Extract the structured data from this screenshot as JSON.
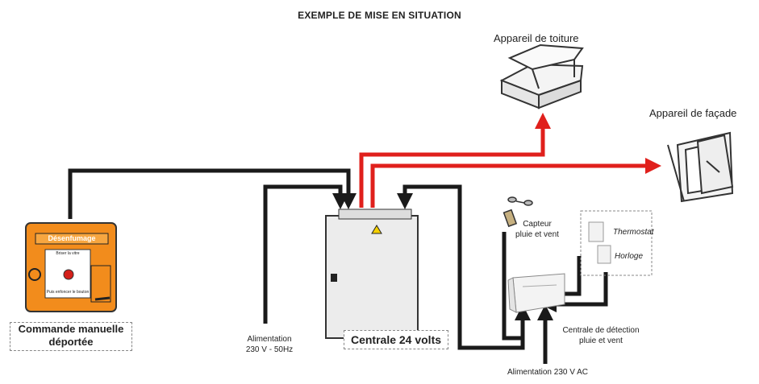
{
  "title": "EXEMPLE DE MISE EN SITUATION",
  "devices": {
    "roof": "Appareil de toiture",
    "facade": "Appareil de façade",
    "manual_panel": {
      "header": "Désenfumage",
      "text1": "Briser la vitre",
      "text2": "Puis enfoncer le bouton",
      "caption_line1": "Commande manuelle",
      "caption_line2": "déportée"
    },
    "central": "Centrale 24 volts",
    "power_main": {
      "line1": "Alimentation",
      "line2": "230 V - 50Hz"
    },
    "sensor": {
      "line1": "Capteur",
      "line2": "pluie et vent"
    },
    "thermostat": "Thermostat",
    "clock": "Horloge",
    "detection": {
      "line1": "Centrale de détection",
      "line2": "pluie et vent"
    },
    "power_ac": "Alimentation 230 V AC"
  },
  "colors": {
    "black_wire": "#1a1a1a",
    "red_wire": "#e0201c",
    "orange_panel": "#f28c1c"
  }
}
